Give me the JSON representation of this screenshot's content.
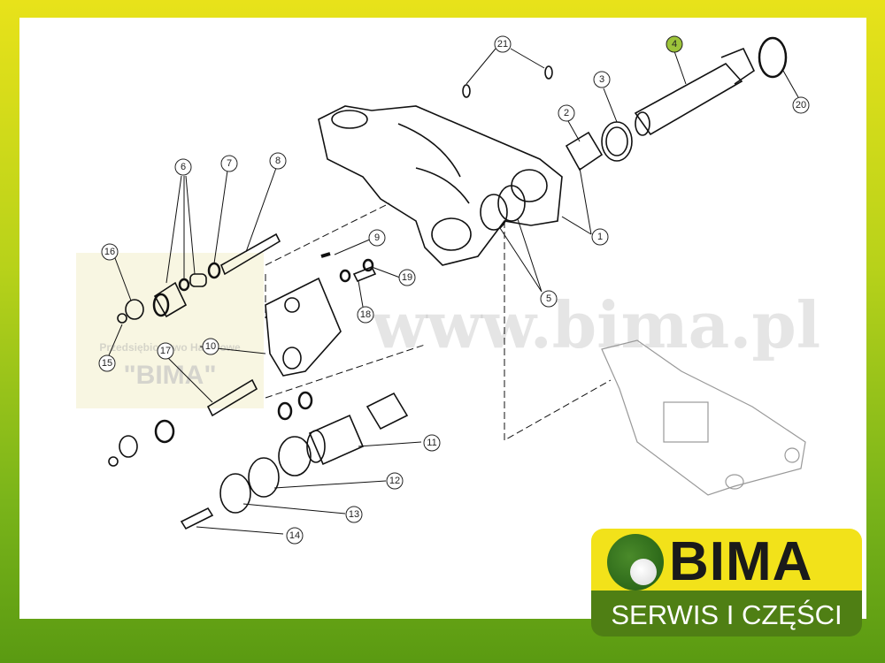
{
  "watermark": {
    "site": "www.bima.pl",
    "company_line": "Przedsiębiorstwo Handlowe",
    "company_name": "\"BIMA\""
  },
  "logo": {
    "name": "BIMA",
    "tagline": "SERWIS I CZĘŚCI"
  },
  "callouts": [
    "21",
    "4",
    "20",
    "3",
    "2",
    "1",
    "5",
    "6",
    "7",
    "8",
    "9",
    "19",
    "18",
    "16",
    "15",
    "10",
    "17",
    "11",
    "12",
    "13",
    "14"
  ],
  "highlighted_callout": "4",
  "colors": {
    "highlight": "#9dc43a",
    "frame_green": "#5a9a12",
    "frame_yellow": "#e8e21a",
    "logo_yellow": "#f2e21a",
    "logo_green": "#4f7f14"
  }
}
